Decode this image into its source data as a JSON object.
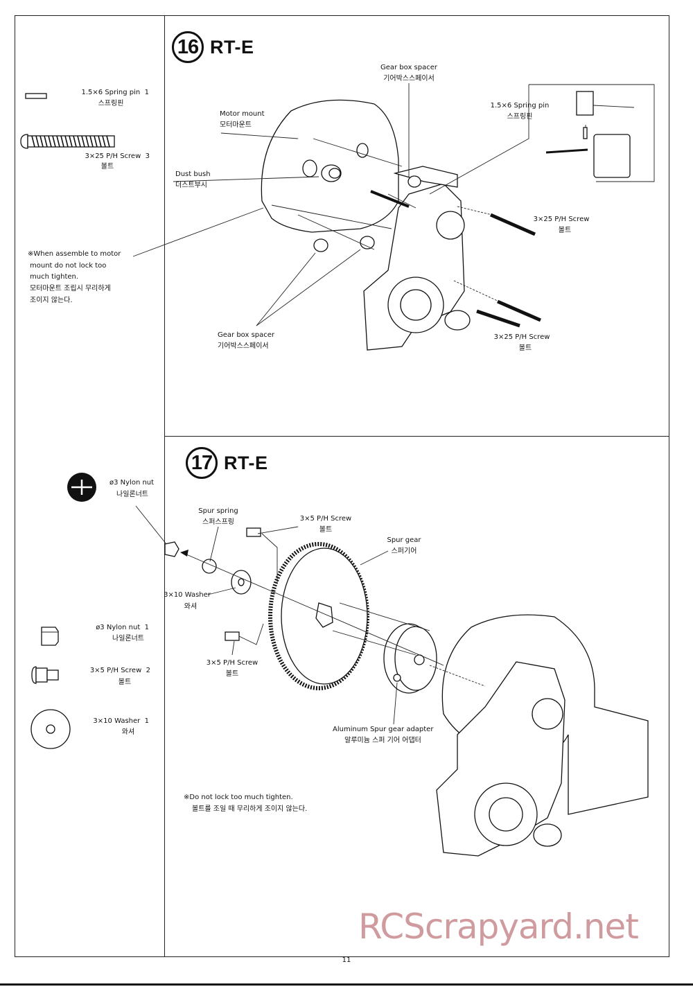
{
  "step16": {
    "number": "16",
    "title": "RT-E",
    "parts": [
      {
        "name_en": "1.5×6 Spring pin",
        "qty": "1",
        "name_ko": "스프링핀",
        "icon": "spring-pin-icon"
      },
      {
        "name_en": "3×25 P/H Screw",
        "qty": "3",
        "name_ko": "볼트",
        "icon": "long-screw-icon"
      }
    ],
    "labels": {
      "gear_box_spacer_top_en": "Gear box spacer",
      "gear_box_spacer_top_ko": "기어박스스페이서",
      "spring_pin_inset_en": "1.5×6 Spring pin",
      "spring_pin_inset_ko": "스프링핀",
      "motor_mount_en": "Motor mount",
      "motor_mount_ko": "모터마운트",
      "dust_bush_en": "Dust bush",
      "dust_bush_ko": "더스트부시",
      "screw_right_a_en": "3×25 P/H Screw",
      "screw_right_a_ko": "볼트",
      "screw_right_b_en": "3×25 P/H Screw",
      "screw_right_b_ko": "볼트",
      "gear_box_spacer_bottom_en": "Gear box spacer",
      "gear_box_spacer_bottom_ko": "기어박스스페이서"
    },
    "note": [
      "※When assemble to motor",
      "mount do not lock too",
      "much tighten.",
      "모터마운트 조립시 무리하게",
      "조이지 않는다."
    ]
  },
  "step17": {
    "number": "17",
    "title": "RT-E",
    "tool_label_en": "ø3 Nylon nut",
    "tool_label_ko": "나일론너트",
    "parts": [
      {
        "name_en": "ø3 Nylon nut",
        "qty": "1",
        "name_ko": "나일론너트",
        "icon": "nylon-nut-icon"
      },
      {
        "name_en": "3×5 P/H Screw",
        "qty": "2",
        "name_ko": "볼트",
        "icon": "short-screw-icon"
      },
      {
        "name_en": "3×10 Washer",
        "qty": "1",
        "name_ko": "와셔",
        "icon": "washer-icon"
      }
    ],
    "labels": {
      "spur_spring_en": "Spur spring",
      "spur_spring_ko": "스퍼스프링",
      "screw_top_en": "3×5 P/H Screw",
      "screw_top_ko": "볼트",
      "spur_gear_en": "Spur gear",
      "spur_gear_ko": "스퍼기어",
      "washer_en": "3×10 Washer",
      "washer_ko": "와셔",
      "screw_bottom_en": "3×5 P/H Screw",
      "screw_bottom_ko": "볼트",
      "adapter_en": "Aluminum Spur gear adapter",
      "adapter_ko": "알루미늄 스퍼 기어 어댑터"
    },
    "note": [
      "※Do not lock too much tighten.",
      "볼트를 조일 때 무리하게 조이지 않는다."
    ]
  },
  "page_number": "11",
  "watermark": "RCScrapyard.net",
  "colors": {
    "watermark": "#c88a8e",
    "ink": "#111111"
  }
}
